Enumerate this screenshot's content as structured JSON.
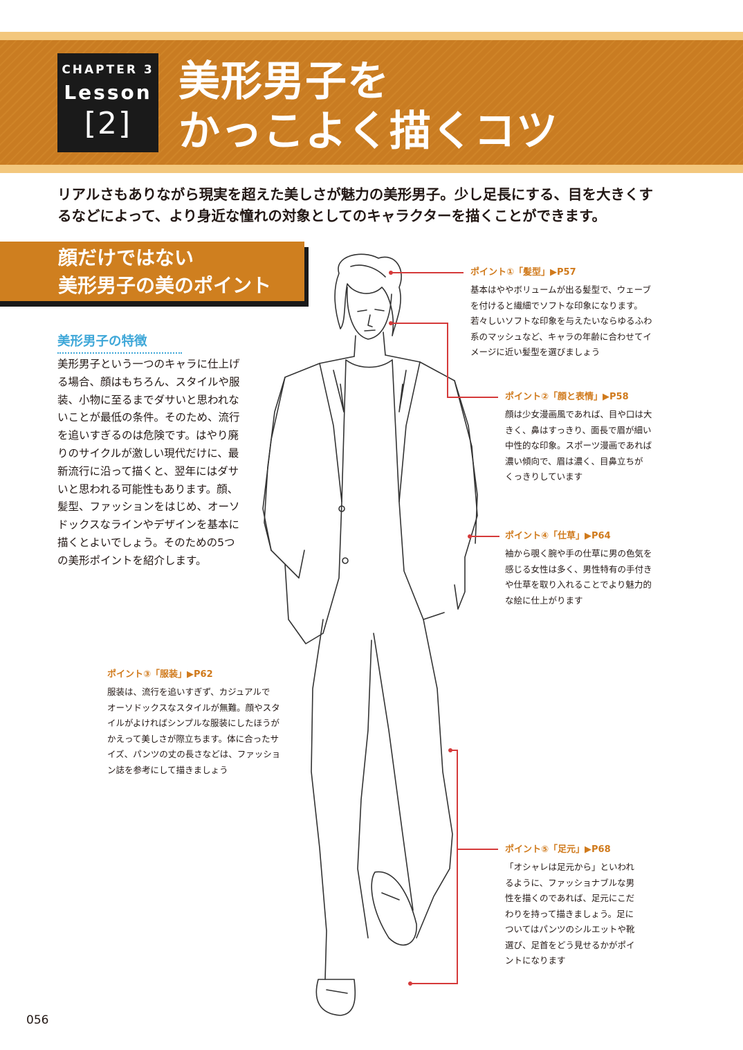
{
  "header": {
    "chapter": "CHAPTER 3",
    "lesson": "Lesson",
    "lesson_number": "[2]",
    "title": "美形男子を\nかっこよく描くコツ"
  },
  "intro": "リアルさもありながら現実を超えた美しさが魅力の美形男子。少し足長にする、目を大きくす\nるなどによって、より身近な憧れの対象としてのキャラクターを描くことができます。",
  "section": {
    "heading": "顔だけではない\n美形男子の美のポイント",
    "subheading": "美形男子の特徴",
    "body": "美形男子という一つのキャラに仕上げ\nる場合、顔はもちろん、スタイルや服\n装、小物に至るまでダサいと思われな\nいことが最低の条件。そのため、流行\nを追いすぎるのは危険です。はやり廃\nりのサイクルが激しい現代だけに、最\n新流行に沿って描くと、翌年にはダサ\nいと思われる可能性もあります。顔、\n髪型、ファッションをはじめ、オーソ\nドックスなラインやデザインを基本に\n描くとよいでしょう。そのための5つ\nの美形ポイントを紹介します。"
  },
  "points": [
    {
      "title": "ポイント①「髪型」▶P57",
      "text": "基本はややボリュームが出る髪型で、ウェーブ\nを付けると繊細でソフトな印象になります。\n若々しいソフトな印象を与えたいならゆるふわ\n系のマッシュなど、キャラの年齢に合わせてイ\nメージに近い髪型を選びましょう"
    },
    {
      "title": "ポイント②「顔と表情」▶P58",
      "text": "顔は少女漫画風であれば、目や口は大\nきく、鼻はすっきり、面長で眉が細い\n中性的な印象。スポーツ漫画であれば\n濃い傾向で、眉は濃く、目鼻立ちが\nくっきりしています"
    },
    {
      "title": "ポイント④「仕草」▶P64",
      "text": "袖から覗く腕や手の仕草に男の色気を\n感じる女性は多く、男性特有の手付き\nや仕草を取り入れることでより魅力的\nな絵に仕上がります"
    },
    {
      "title": "ポイント③「服装」▶P62",
      "text": "服装は、流行を追いすぎず、カジュアルで\nオーソドックスなスタイルが無難。顔やスタ\nイルがよければシンプルな服装にしたほうが\nかえって美しさが際立ちます。体に合ったサ\nイズ、パンツの丈の長さなどは、ファッショ\nン誌を参考にして描きましょう"
    },
    {
      "title": "ポイント⑤「足元」▶P68",
      "text": "「オシャレは足元から」といわれ\nるように、ファッショナブルな男\n性を描くのであれば、足元にこだ\nわりを持って描きましょう。足に\nついてはパンツのシルエットや靴\n選び、足首をどう見せるかがポイ\nントになります"
    }
  ],
  "page_number": "056",
  "colors": {
    "band": "#c97c22",
    "band_stripe": "#f3c77d",
    "accent_orange": "#d07a1c",
    "subheading_blue": "#3ea7d8",
    "leader_red": "#d53a3a"
  }
}
